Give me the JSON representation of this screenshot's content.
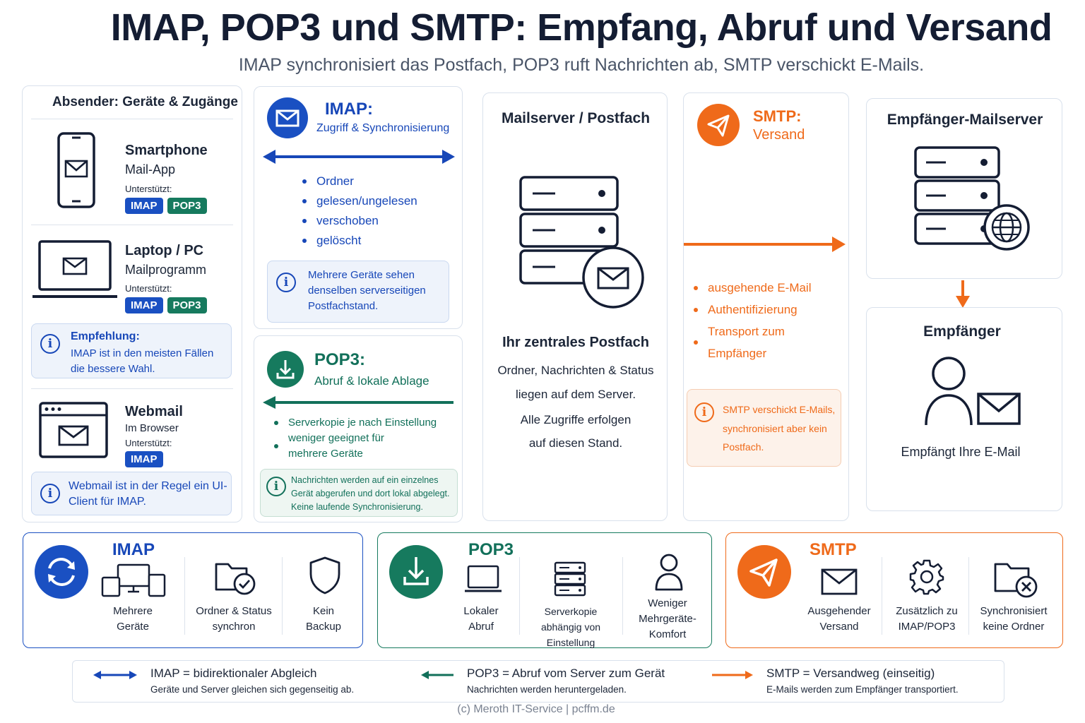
{
  "header": {
    "title": "IMAP, POP3 und SMTP: Empfang, Abruf und Versand",
    "subtitle": "IMAP synchronisiert das Postfach, POP3 ruft Nachrichten ab, SMTP verschickt E-Mails."
  },
  "sender": {
    "heading": "Absender: Geräte & Zugänge",
    "devices": [
      {
        "name": "Smartphone",
        "sub": "Mail-App",
        "supports_label": "Unterstützt:",
        "tags": [
          "IMAP",
          "POP3"
        ]
      },
      {
        "name": "Laptop / PC",
        "sub": "Mailprogramm",
        "supports_label": "Unterstützt:",
        "tags": [
          "IMAP",
          "POP3"
        ]
      },
      {
        "name": "Webmail",
        "sub": "Im Browser",
        "supports_label": "Unterstützt:",
        "tags": [
          "IMAP"
        ]
      }
    ],
    "recommendation": {
      "title": "Empfehlung:",
      "text": "IMAP ist in den meisten Fällen die bessere Wahl."
    },
    "webmail_note": "Webmail ist in der Regel ein UI-Client für IMAP."
  },
  "imap": {
    "title": "IMAP:",
    "subtitle": "Zugriff & Synchronisierung",
    "items": [
      "Ordner",
      "gelesen/ungelesen",
      "verschoben",
      "gelöscht"
    ],
    "note": "Mehrere Geräte sehen denselben serverseitigen Postfachstand."
  },
  "pop3": {
    "title": "POP3:",
    "subtitle": "Abruf & lokale Ablage",
    "items": [
      "Serverkopie je nach Einstellung",
      "weniger geeignet für mehrere Geräte"
    ],
    "note": "Nachrichten werden auf ein einzelnes Gerät abgerufen und dort lokal abgelegt. Keine laufende Synchronisierung."
  },
  "mailserver": {
    "title": "Mailserver / Postfach",
    "subtitle": "Ihr zentrales Postfach",
    "line1": "Ordner, Nachrichten & Status",
    "line2": "liegen auf dem Server.",
    "line3": "Alle Zugriffe erfolgen",
    "line4": "auf diesen Stand."
  },
  "smtp": {
    "title": "SMTP:",
    "subtitle": "Versand",
    "items": [
      "ausgehende E-Mail",
      "Authentifizierung",
      "Transport zum Empfänger"
    ],
    "note": "SMTP verschickt E-Mails, synchronisiert aber kein Postfach."
  },
  "recipient_server": {
    "title": "Empfänger-Mailserver"
  },
  "recipient": {
    "title": "Empfänger",
    "text": "Empfängt Ihre E-Mail"
  },
  "summary": {
    "imap": {
      "title": "IMAP",
      "features": [
        "Mehrere Geräte",
        "Ordner & Status synchron",
        "Kein Backup"
      ]
    },
    "pop3": {
      "title": "POP3",
      "features": [
        "Lokaler Abruf",
        "Serverkopie abhängig von Einstellung",
        "Weniger Mehrgeräte-Komfort"
      ]
    },
    "smtp": {
      "title": "SMTP",
      "features": [
        "Ausgehender Versand",
        "Zusätzlich zu IMAP/POP3",
        "Synchronisiert keine Ordner"
      ]
    }
  },
  "legend": [
    {
      "label": "IMAP = bidirektionaler Abgleich",
      "desc": "Geräte und Server gleichen sich gegenseitig ab."
    },
    {
      "label": "POP3 = Abruf vom Server zum Gerät",
      "desc": "Nachrichten werden heruntergeladen."
    },
    {
      "label": "SMTP = Versandweg (einseitig)",
      "desc": "E-Mails werden zum Empfänger transportiert."
    }
  ],
  "footer": "(c) Meroth IT-Service | pcffm.de",
  "colors": {
    "imap": "#1747b8",
    "pop3": "#12705a",
    "smtp": "#ef6a1a",
    "dark": "#141d33"
  }
}
